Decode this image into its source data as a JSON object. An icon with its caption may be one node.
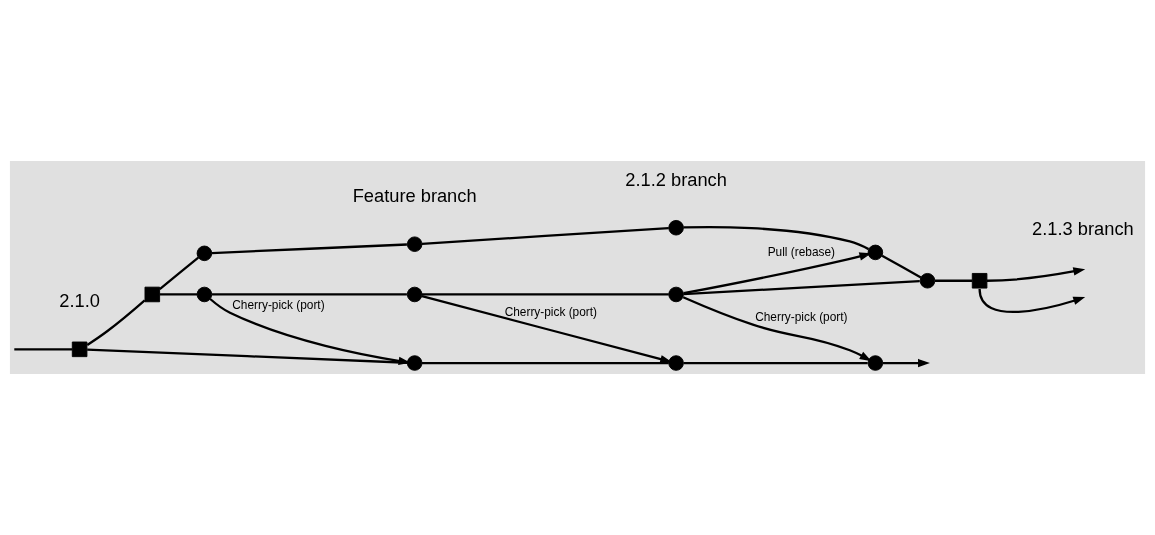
{
  "diagram": {
    "nodes": [
      {
        "text": [],
        "shape": "circle"
      },
      {
        "text": [],
        "shape": "circle"
      },
      {
        "text": [],
        "shape": "circle"
      },
      {
        "text": [],
        "shape": "circle"
      },
      {
        "text": [],
        "shape": "box"
      },
      {
        "text": [],
        "shape": "box"
      },
      {
        "text": [],
        "shape": "circle"
      },
      {
        "text": [],
        "shape": "circle"
      },
      {
        "text": [],
        "shape": "circle"
      },
      {
        "text": [],
        "shape": "circle"
      },
      {
        "text": [],
        "shape": "box"
      },
      {
        "text": [],
        "shape": "circle"
      },
      {
        "text": [],
        "shape": "circle"
      },
      {
        "text": [],
        "shape": "circle"
      }
    ],
    "edges": [
      {
        "from": null,
        "to": 4,
        "arrow": "none"
      },
      {
        "from": 4,
        "to": 5,
        "arrow": "none"
      },
      {
        "from": 5,
        "to": 6,
        "arrow": "none"
      },
      {
        "from": 6,
        "to": 7,
        "arrow": "none"
      },
      {
        "from": 7,
        "to": 8,
        "arrow": "none"
      },
      {
        "from": 8,
        "to": 9,
        "arrow": "none"
      },
      {
        "from": 9,
        "to": 10,
        "arrow": "none"
      },
      {
        "from": 10,
        "to": null,
        "arrow": "to"
      },
      {
        "from": 5,
        "to": 0,
        "arrow": "none"
      },
      {
        "from": 0,
        "to": 1,
        "arrow": "none"
      },
      {
        "from": 1,
        "to": 2,
        "arrow": "none"
      },
      {
        "from": 2,
        "to": 3,
        "arrow": "none"
      },
      {
        "from": 3,
        "to": 9,
        "arrow": "none"
      },
      {
        "from": 8,
        "to": 3,
        "arrow": "to",
        "label": "Pull (rebase)"
      },
      {
        "from": 4,
        "to": 11,
        "arrow": "none"
      },
      {
        "from": 11,
        "to": 12,
        "arrow": "none"
      },
      {
        "from": 12,
        "to": 13,
        "arrow": "none"
      },
      {
        "from": 13,
        "to": null,
        "arrow": "to"
      },
      {
        "from": 6,
        "to": 11,
        "arrow": "to",
        "label": "Cherry-pick (port)"
      },
      {
        "from": 7,
        "to": 12,
        "arrow": "to",
        "label": "Cherry-pick (port)"
      },
      {
        "from": 8,
        "to": 13,
        "arrow": "to",
        "label": "Cherry-pick (port)"
      },
      {
        "from": 10,
        "to": null,
        "arrow": "to"
      }
    ],
    "labels": [
      "Feature branch",
      "2.1.0",
      "2.1.2 branch",
      "2.1.3 branch"
    ]
  }
}
